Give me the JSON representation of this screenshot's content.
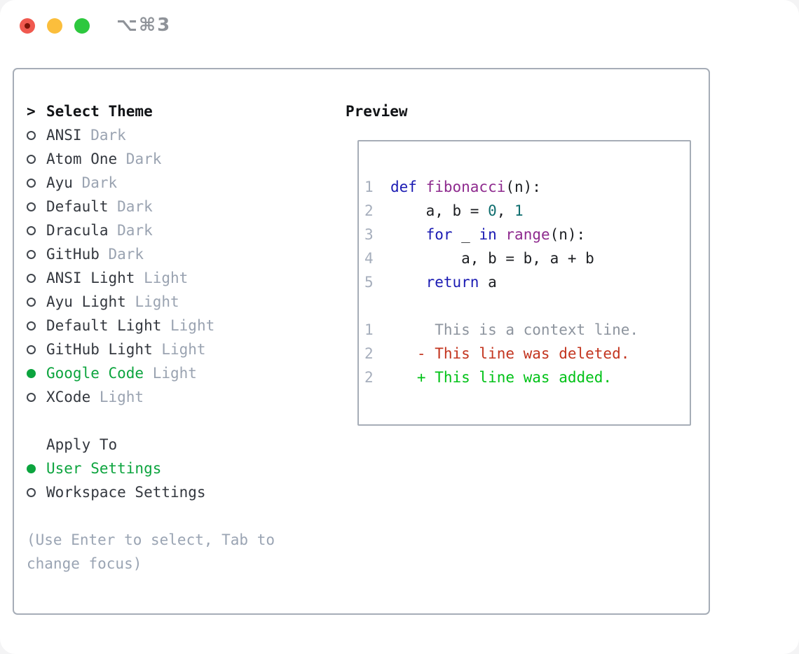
{
  "window": {
    "shortcut": "⌥⌘3"
  },
  "colors": {
    "border": "#a6adb7",
    "header_text": "#101215",
    "item_text": "#34383f",
    "variant_text": "#9aa3b1",
    "selected_green": "#0ca43e",
    "hint_text": "#9aa4b3",
    "keyword": "#1b1bb3",
    "function": "#8e2a8e",
    "literal": "#0e6d6e",
    "plain_code": "#1c1e22",
    "line_number": "#a6aebc",
    "context_text": "#8d949e",
    "deleted_red": "#c3351f",
    "added_green": "#00c217",
    "traffic_red": "#f0594f",
    "traffic_red_dot": "#7d1408",
    "traffic_yellow": "#fbbe3c",
    "traffic_green": "#2dc83e",
    "shortcut_text": "#8f9399"
  },
  "theme_picker": {
    "cursor": ">",
    "title": "Select Theme",
    "items": [
      {
        "name": "ANSI",
        "variant": "Dark",
        "selected": false
      },
      {
        "name": "Atom One",
        "variant": "Dark",
        "selected": false
      },
      {
        "name": "Ayu",
        "variant": "Dark",
        "selected": false
      },
      {
        "name": "Default",
        "variant": "Dark",
        "selected": false
      },
      {
        "name": "Dracula",
        "variant": "Dark",
        "selected": false
      },
      {
        "name": "GitHub",
        "variant": "Dark",
        "selected": false
      },
      {
        "name": "ANSI Light",
        "variant": "Light",
        "selected": false
      },
      {
        "name": "Ayu Light",
        "variant": "Light",
        "selected": false
      },
      {
        "name": "Default Light",
        "variant": "Light",
        "selected": false
      },
      {
        "name": "GitHub Light",
        "variant": "Light",
        "selected": false
      },
      {
        "name": "Google Code",
        "variant": "Light",
        "selected": true
      },
      {
        "name": "XCode",
        "variant": "Light",
        "selected": false
      }
    ]
  },
  "apply_to": {
    "title": "Apply To",
    "options": [
      {
        "label": "User Settings",
        "selected": true
      },
      {
        "label": "Workspace Settings",
        "selected": false
      }
    ]
  },
  "hint_lines": [
    "(Use Enter to select, Tab to",
    "change focus)"
  ],
  "preview": {
    "label": "Preview",
    "code_lines": [
      {
        "num": "1",
        "tokens": [
          {
            "text": "def ",
            "type": "keyword"
          },
          {
            "text": "fibonacci",
            "type": "function"
          },
          {
            "text": "(n):",
            "type": "plain"
          }
        ]
      },
      {
        "num": "2",
        "tokens": [
          {
            "text": "    a, b = ",
            "type": "plain"
          },
          {
            "text": "0",
            "type": "literal"
          },
          {
            "text": ", ",
            "type": "plain"
          },
          {
            "text": "1",
            "type": "literal"
          }
        ]
      },
      {
        "num": "3",
        "tokens": [
          {
            "text": "    ",
            "type": "plain"
          },
          {
            "text": "for",
            "type": "keyword"
          },
          {
            "text": " _ ",
            "type": "plain"
          },
          {
            "text": "in",
            "type": "keyword"
          },
          {
            "text": " ",
            "type": "plain"
          },
          {
            "text": "range",
            "type": "function"
          },
          {
            "text": "(n):",
            "type": "plain"
          }
        ]
      },
      {
        "num": "4",
        "tokens": [
          {
            "text": "        a, b = b, a + b",
            "type": "plain"
          }
        ]
      },
      {
        "num": "5",
        "tokens": [
          {
            "text": "    ",
            "type": "plain"
          },
          {
            "text": "return",
            "type": "keyword"
          },
          {
            "text": " a",
            "type": "plain"
          }
        ]
      }
    ],
    "diff_lines": [
      {
        "num": "1",
        "text": "     This is a context line.",
        "kind": "context"
      },
      {
        "num": "2",
        "text": "   - This line was deleted.",
        "kind": "deleted"
      },
      {
        "num": "2",
        "text": "   + This line was added.",
        "kind": "added"
      }
    ]
  }
}
